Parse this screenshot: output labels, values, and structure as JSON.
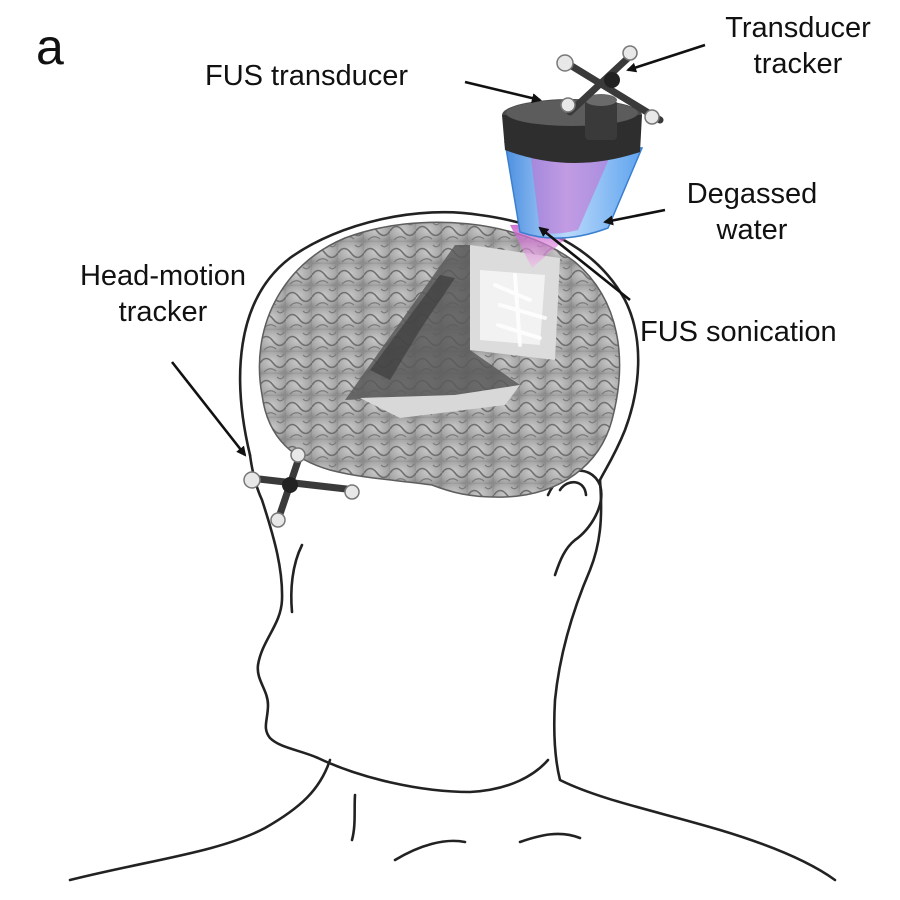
{
  "panel_label": "a",
  "labels": {
    "fus_transducer": "FUS transducer",
    "transducer_tracker_1": "Transducer",
    "transducer_tracker_2": "tracker",
    "degassed_water_1": "Degassed",
    "degassed_water_2": "water",
    "fus_sonication": "FUS sonication",
    "head_motion_tracker_1": "Head-motion",
    "head_motion_tracker_2": "tracker"
  },
  "colors": {
    "line": "#222222",
    "brain": "#9a9a9a",
    "water": "#6fb3f0",
    "beam": "#d77ad0",
    "transducer": "#3a3a3a"
  }
}
